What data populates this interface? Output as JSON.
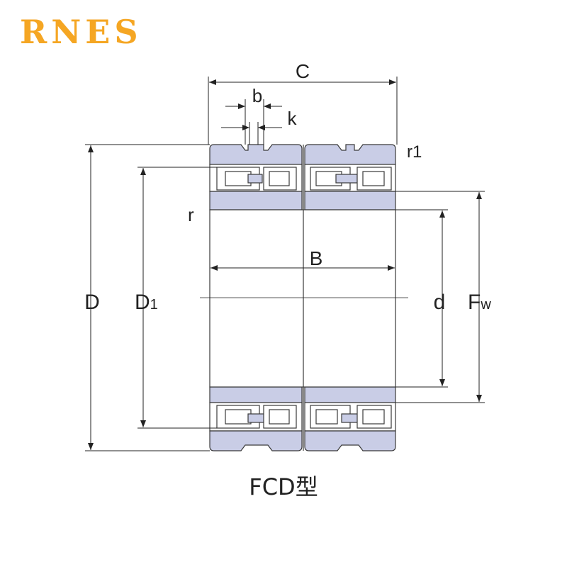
{
  "logo": {
    "text": "RNES",
    "color": "#f5a623"
  },
  "caption": "FCD型",
  "labels": {
    "C": "C",
    "b": "b",
    "k": "k",
    "r1": "r1",
    "r": "r",
    "B": "B",
    "D": "D",
    "D1_main": "D",
    "D1_sub": "1",
    "d": "d",
    "Fw_main": "F",
    "Fw_sub": "w"
  },
  "colors": {
    "ring_fill": "#c9cde6",
    "outline": "#3a3a3a",
    "roller_fill": "#ffffff",
    "line": "#222222"
  }
}
